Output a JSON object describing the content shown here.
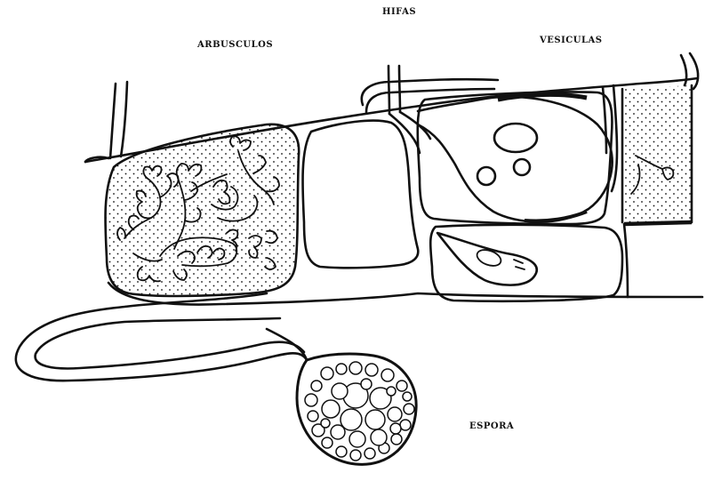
{
  "labels": {
    "hifas": "HIFAS",
    "arbusculos": "ARBUSCULOS",
    "vesiculas": "VESICULAS",
    "espora": "ESPORA"
  },
  "colors": {
    "ink": "#111111",
    "background": "#ffffff"
  }
}
